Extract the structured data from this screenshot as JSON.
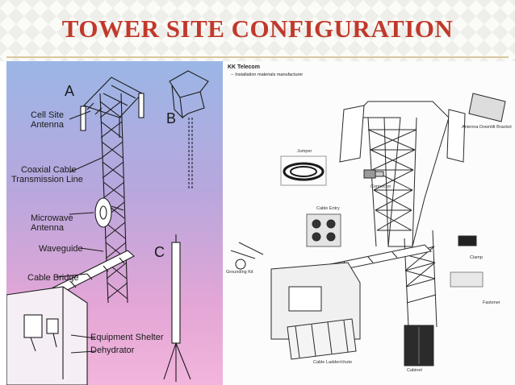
{
  "slide": {
    "title": "TOWER SITE CONFIGURATION",
    "title_color": "#c0392b"
  },
  "left_diagram": {
    "letters": {
      "a": "A",
      "b": "B",
      "c": "C"
    },
    "labels": {
      "cell_site_antenna": [
        "Cell Site",
        "Antenna"
      ],
      "coaxial_cable": [
        "Coaxial Cable",
        "Transmission Line"
      ],
      "microwave_antenna": [
        "Microwave",
        "Antenna"
      ],
      "waveguide": "Waveguide",
      "cable_bridge": "Cable Bridge",
      "equipment_shelter": "Equipment Shelter",
      "dehydrator": "Dehydrator"
    }
  },
  "right_diagram": {
    "company": "KK Telecom",
    "tagline": "-- Installation materials manufacturer",
    "labels": {
      "jumper": "Jumper",
      "connector": "Connector",
      "antenna_bracket": "Antenna Downtilt Bracket",
      "cable_entry": "Cable Entry",
      "grounding_kit": "Grounding Kit",
      "clamp": "Clamp",
      "fastener": "Fastener",
      "cable_ladder": "Cable Ladder/chute",
      "cabinet": "Cabinet"
    }
  }
}
